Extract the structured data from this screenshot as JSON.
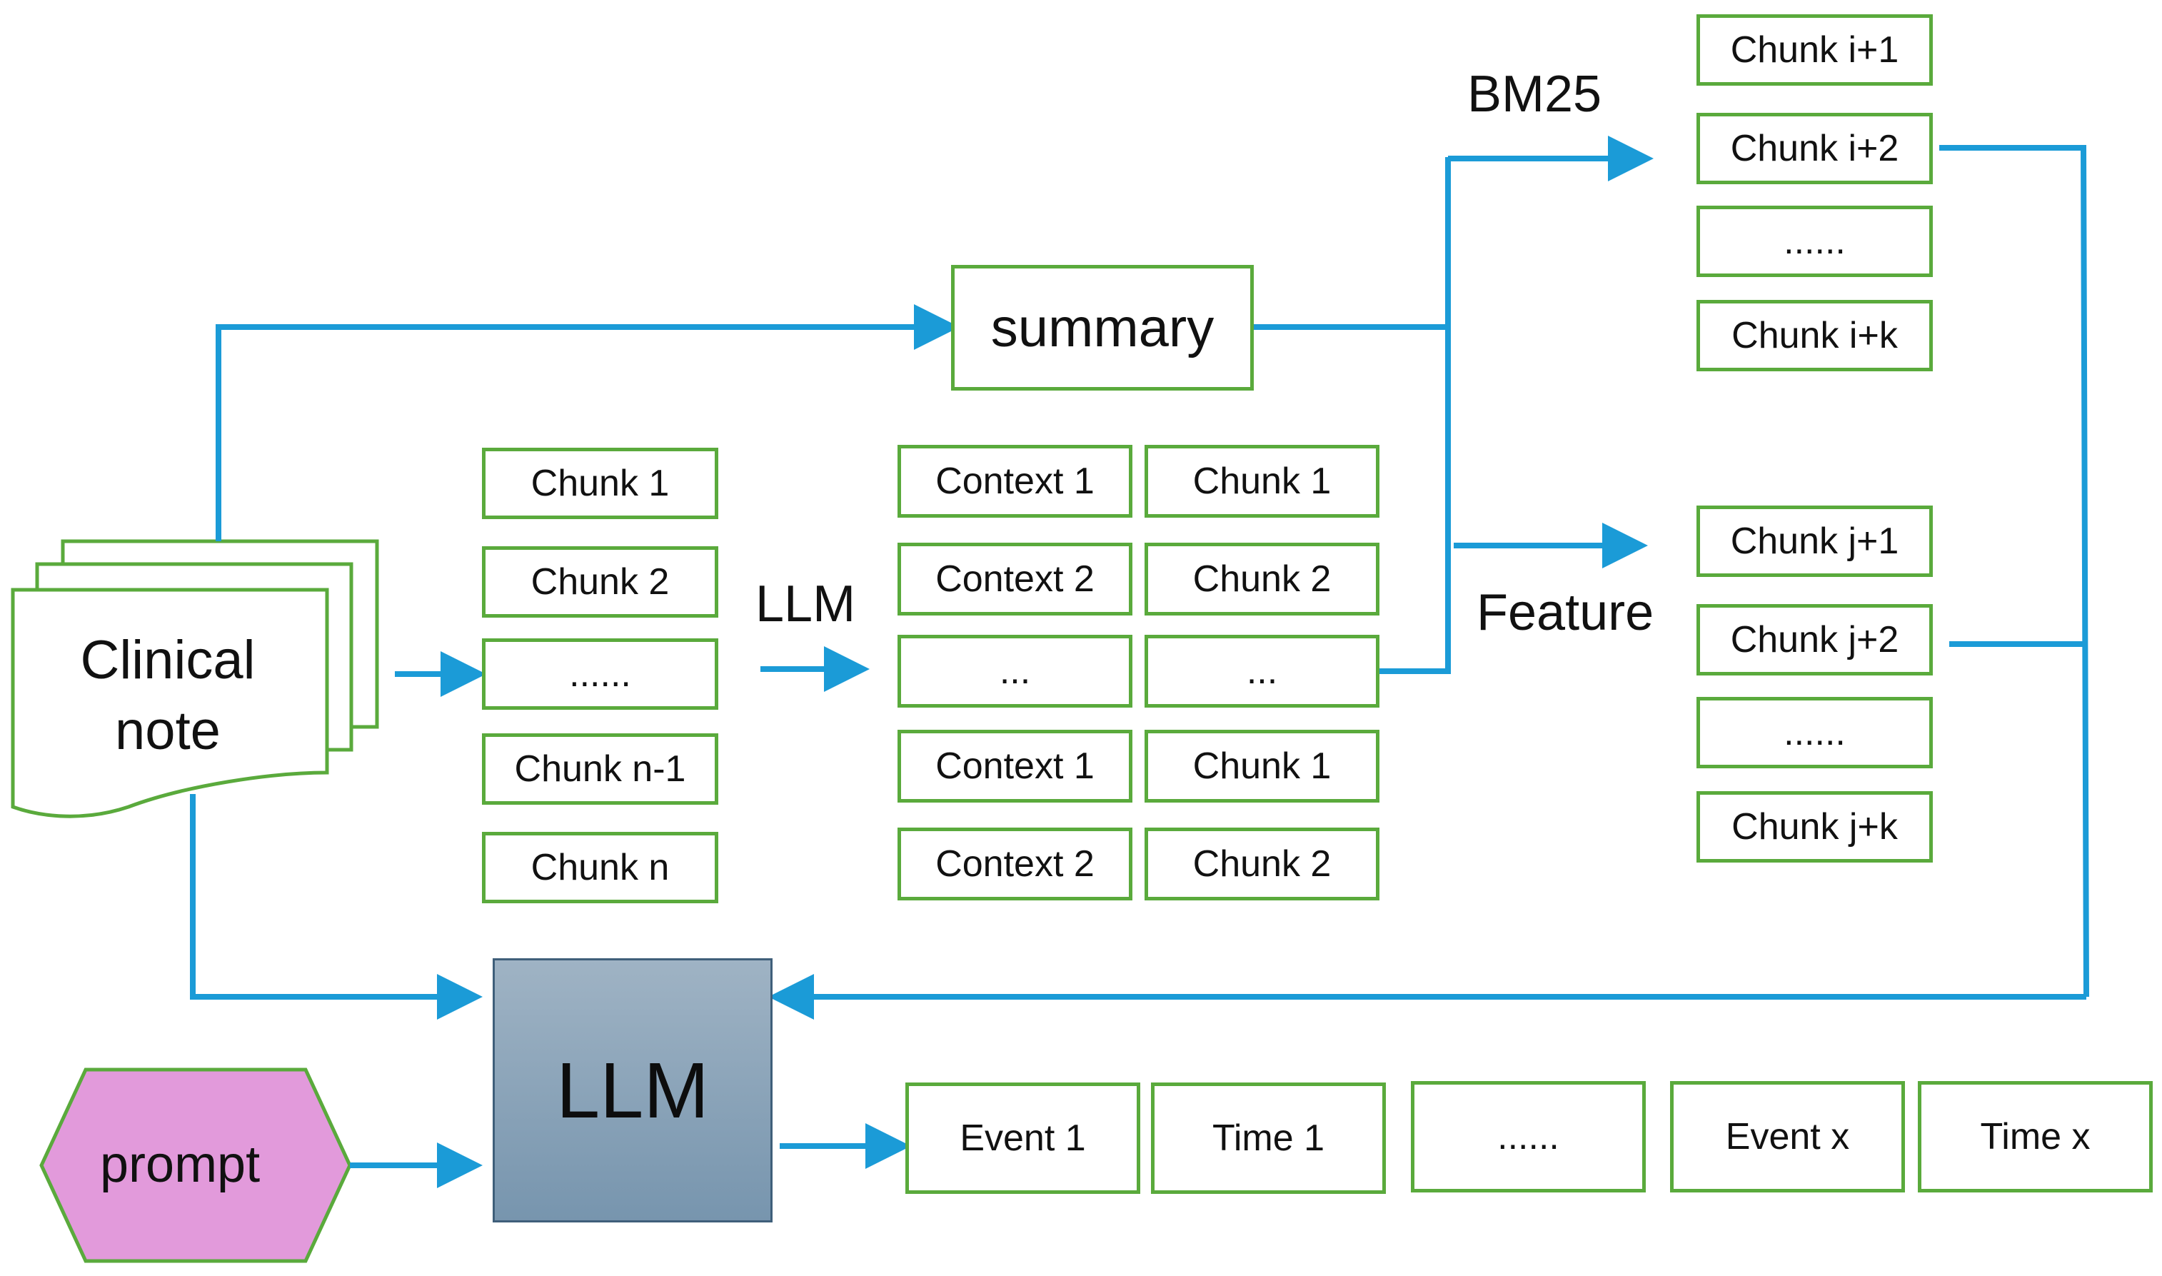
{
  "diagram": {
    "clinical_note": {
      "line1": "Clinical",
      "line2": "note"
    },
    "summary": "summary",
    "bm25": "BM25",
    "feature": "Feature",
    "llm_arrow_label": "LLM",
    "llm_block": "LLM",
    "prompt": "prompt",
    "chunks": [
      "Chunk 1",
      "Chunk 2",
      "......",
      "Chunk n-1",
      "Chunk n"
    ],
    "context_pairs": [
      {
        "context": "Context 1",
        "chunk": "Chunk 1"
      },
      {
        "context": "Context 2",
        "chunk": "Chunk 2"
      },
      {
        "context": "...",
        "chunk": "..."
      },
      {
        "context": "Context 1",
        "chunk": "Chunk 1"
      },
      {
        "context": "Context 2",
        "chunk": "Chunk 2"
      }
    ],
    "bm25_results": [
      "Chunk i+1",
      "Chunk i+2",
      "......",
      "Chunk i+k"
    ],
    "feature_results": [
      "Chunk j+1",
      "Chunk j+2",
      "......",
      "Chunk j+k"
    ],
    "outputs": [
      "Event 1",
      "Time 1",
      "......",
      "Event x",
      "Time x"
    ]
  },
  "colors": {
    "arrow": "#1b9bd7",
    "box_border": "#5aaa3c",
    "prompt_fill": "#e29adb",
    "llm_fill_top": "#9fb3c4",
    "llm_fill_bottom": "#7795ae"
  }
}
